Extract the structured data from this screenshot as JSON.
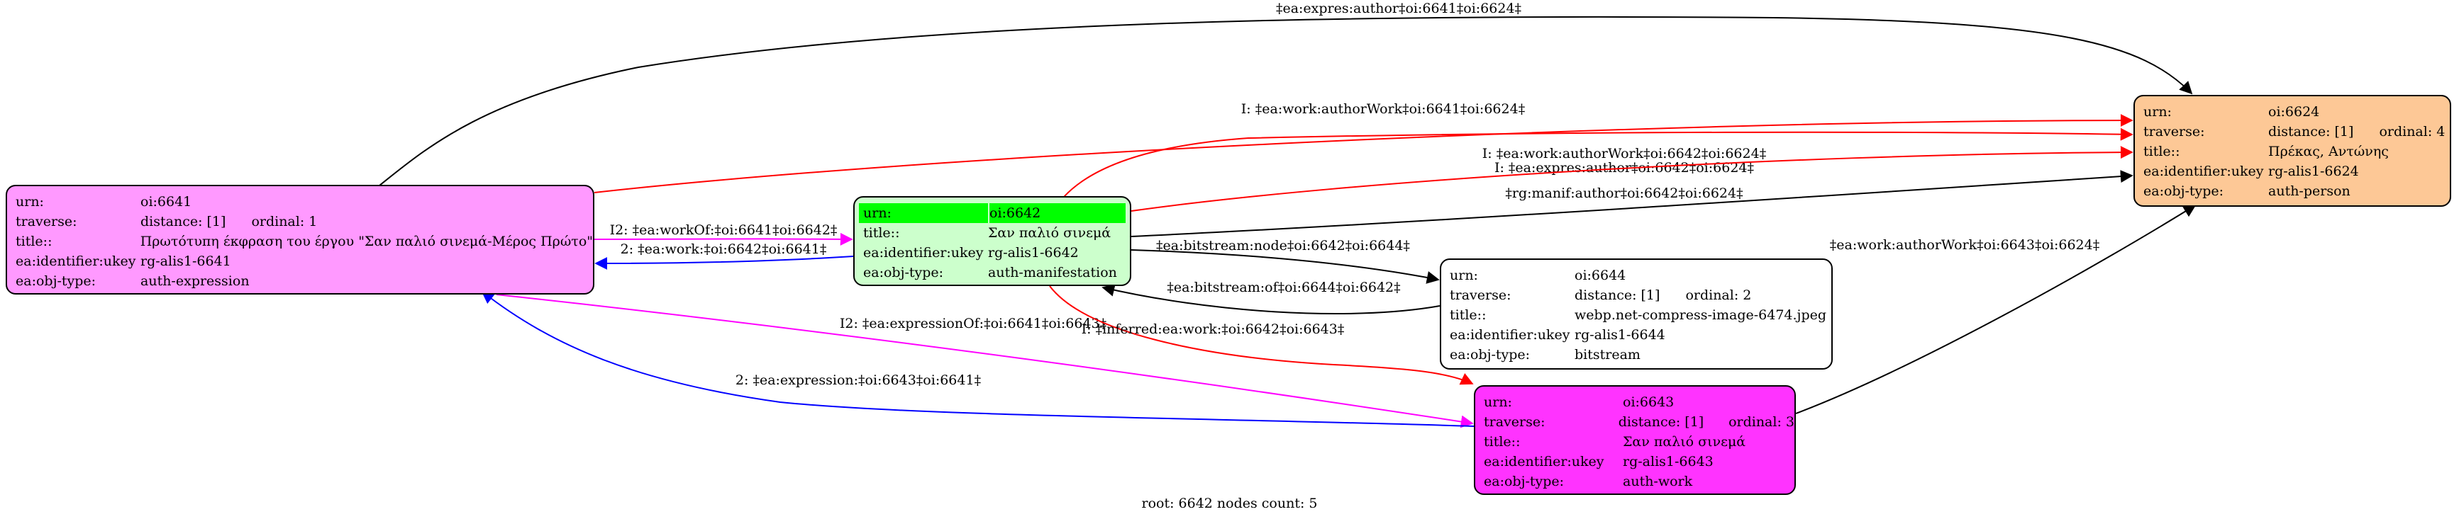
{
  "footer": {
    "label": "root: 6642 nodes count: 5"
  },
  "nodes": {
    "n6624": {
      "color": "#fdc896",
      "rows": [
        {
          "k": "urn:",
          "v": "oi:6624"
        },
        {
          "k": "traverse:",
          "v": "distance: [1]",
          "extra": "ordinal: 4"
        },
        {
          "k": "title::",
          "v": "Πρέκας, Αντώνης"
        },
        {
          "k": "ea:identifier:ukey",
          "v": "rg-alis1-6624"
        },
        {
          "k": "ea:obj-type:",
          "v": "auth-person"
        }
      ]
    },
    "n6641": {
      "color": "#ff99ff",
      "rows": [
        {
          "k": "urn:",
          "v": "oi:6641"
        },
        {
          "k": "traverse:",
          "v": "distance: [1]",
          "extra": "ordinal: 1"
        },
        {
          "k": "title::",
          "v": "Πρωτότυπη έκφραση του έργου \"Σαν παλιό σινεμά-Μέρος Πρώτο\""
        },
        {
          "k": "ea:identifier:ukey",
          "v": "rg-alis1-6641"
        },
        {
          "k": "ea:obj-type:",
          "v": "auth-expression"
        }
      ]
    },
    "n6642": {
      "color": "#ccffcc",
      "highlight": "#00ff00",
      "rows": [
        {
          "k": "urn:",
          "v": "oi:6642"
        },
        {
          "k": "title::",
          "v": "Σαν παλιό σινεμά"
        },
        {
          "k": "ea:identifier:ukey",
          "v": "rg-alis1-6642"
        },
        {
          "k": "ea:obj-type:",
          "v": "auth-manifestation"
        }
      ]
    },
    "n6644": {
      "color": "#ffffff",
      "rows": [
        {
          "k": "urn:",
          "v": "oi:6644"
        },
        {
          "k": "traverse:",
          "v": "distance: [1]",
          "extra": "ordinal: 2"
        },
        {
          "k": "title::",
          "v": "webp.net-compress-image-6474.jpeg"
        },
        {
          "k": "ea:identifier:ukey",
          "v": "rg-alis1-6644"
        },
        {
          "k": "ea:obj-type:",
          "v": "bitstream"
        }
      ]
    },
    "n6643": {
      "color": "#ff33ff",
      "rows": [
        {
          "k": "urn:",
          "v": "oi:6643"
        },
        {
          "k": "traverse:",
          "v": "distance: [1]",
          "extra": "ordinal: 3"
        },
        {
          "k": "title::",
          "v": "Σαν παλιό σινεμά"
        },
        {
          "k": "ea:identifier:ukey",
          "v": "rg-alis1-6643"
        },
        {
          "k": "ea:obj-type:",
          "v": "auth-work"
        }
      ]
    }
  },
  "edges": {
    "e1": {
      "label": "‡ea:expres:author‡oi:6641‡oi:6624‡",
      "color": "#000000"
    },
    "e2": {
      "label": "I: ‡ea:work:authorWork‡oi:6641‡oi:6624‡",
      "color": "#ff0000"
    },
    "e3": {
      "label": "I: ‡ea:expres:author‡oi:6642‡oi:6624‡",
      "color": "#ff0000"
    },
    "e4": {
      "label": "I: ‡ea:work:authorWork‡oi:6642‡oi:6624‡",
      "color": "#ff0000"
    },
    "e5": {
      "label": "‡rg:manif:author‡oi:6642‡oi:6624‡",
      "color": "#000000"
    },
    "e6": {
      "label": "I2: ‡ea:workOf:‡oi:6641‡oi:6642‡",
      "color": "#ff00ff"
    },
    "e7": {
      "label": "2: ‡ea:work:‡oi:6642‡oi:6641‡",
      "color": "#0000ff"
    },
    "e8": {
      "label": "‡ea:bitstream:node‡oi:6642‡oi:6644‡",
      "color": "#000000"
    },
    "e9": {
      "label": "‡ea:bitstream:of‡oi:6644‡oi:6642‡",
      "color": "#000000"
    },
    "e10": {
      "label": "I2: ‡ea:expressionOf:‡oi:6641‡oi:6643‡",
      "color": "#ff00ff"
    },
    "e11": {
      "label": "I: ‡inferred:ea:work:‡oi:6642‡oi:6643‡",
      "color": "#ff0000"
    },
    "e12": {
      "label": "2: ‡ea:expression:‡oi:6643‡oi:6641‡",
      "color": "#0000ff"
    },
    "e13": {
      "label": "‡ea:work:authorWork‡oi:6643‡oi:6624‡",
      "color": "#000000"
    }
  }
}
